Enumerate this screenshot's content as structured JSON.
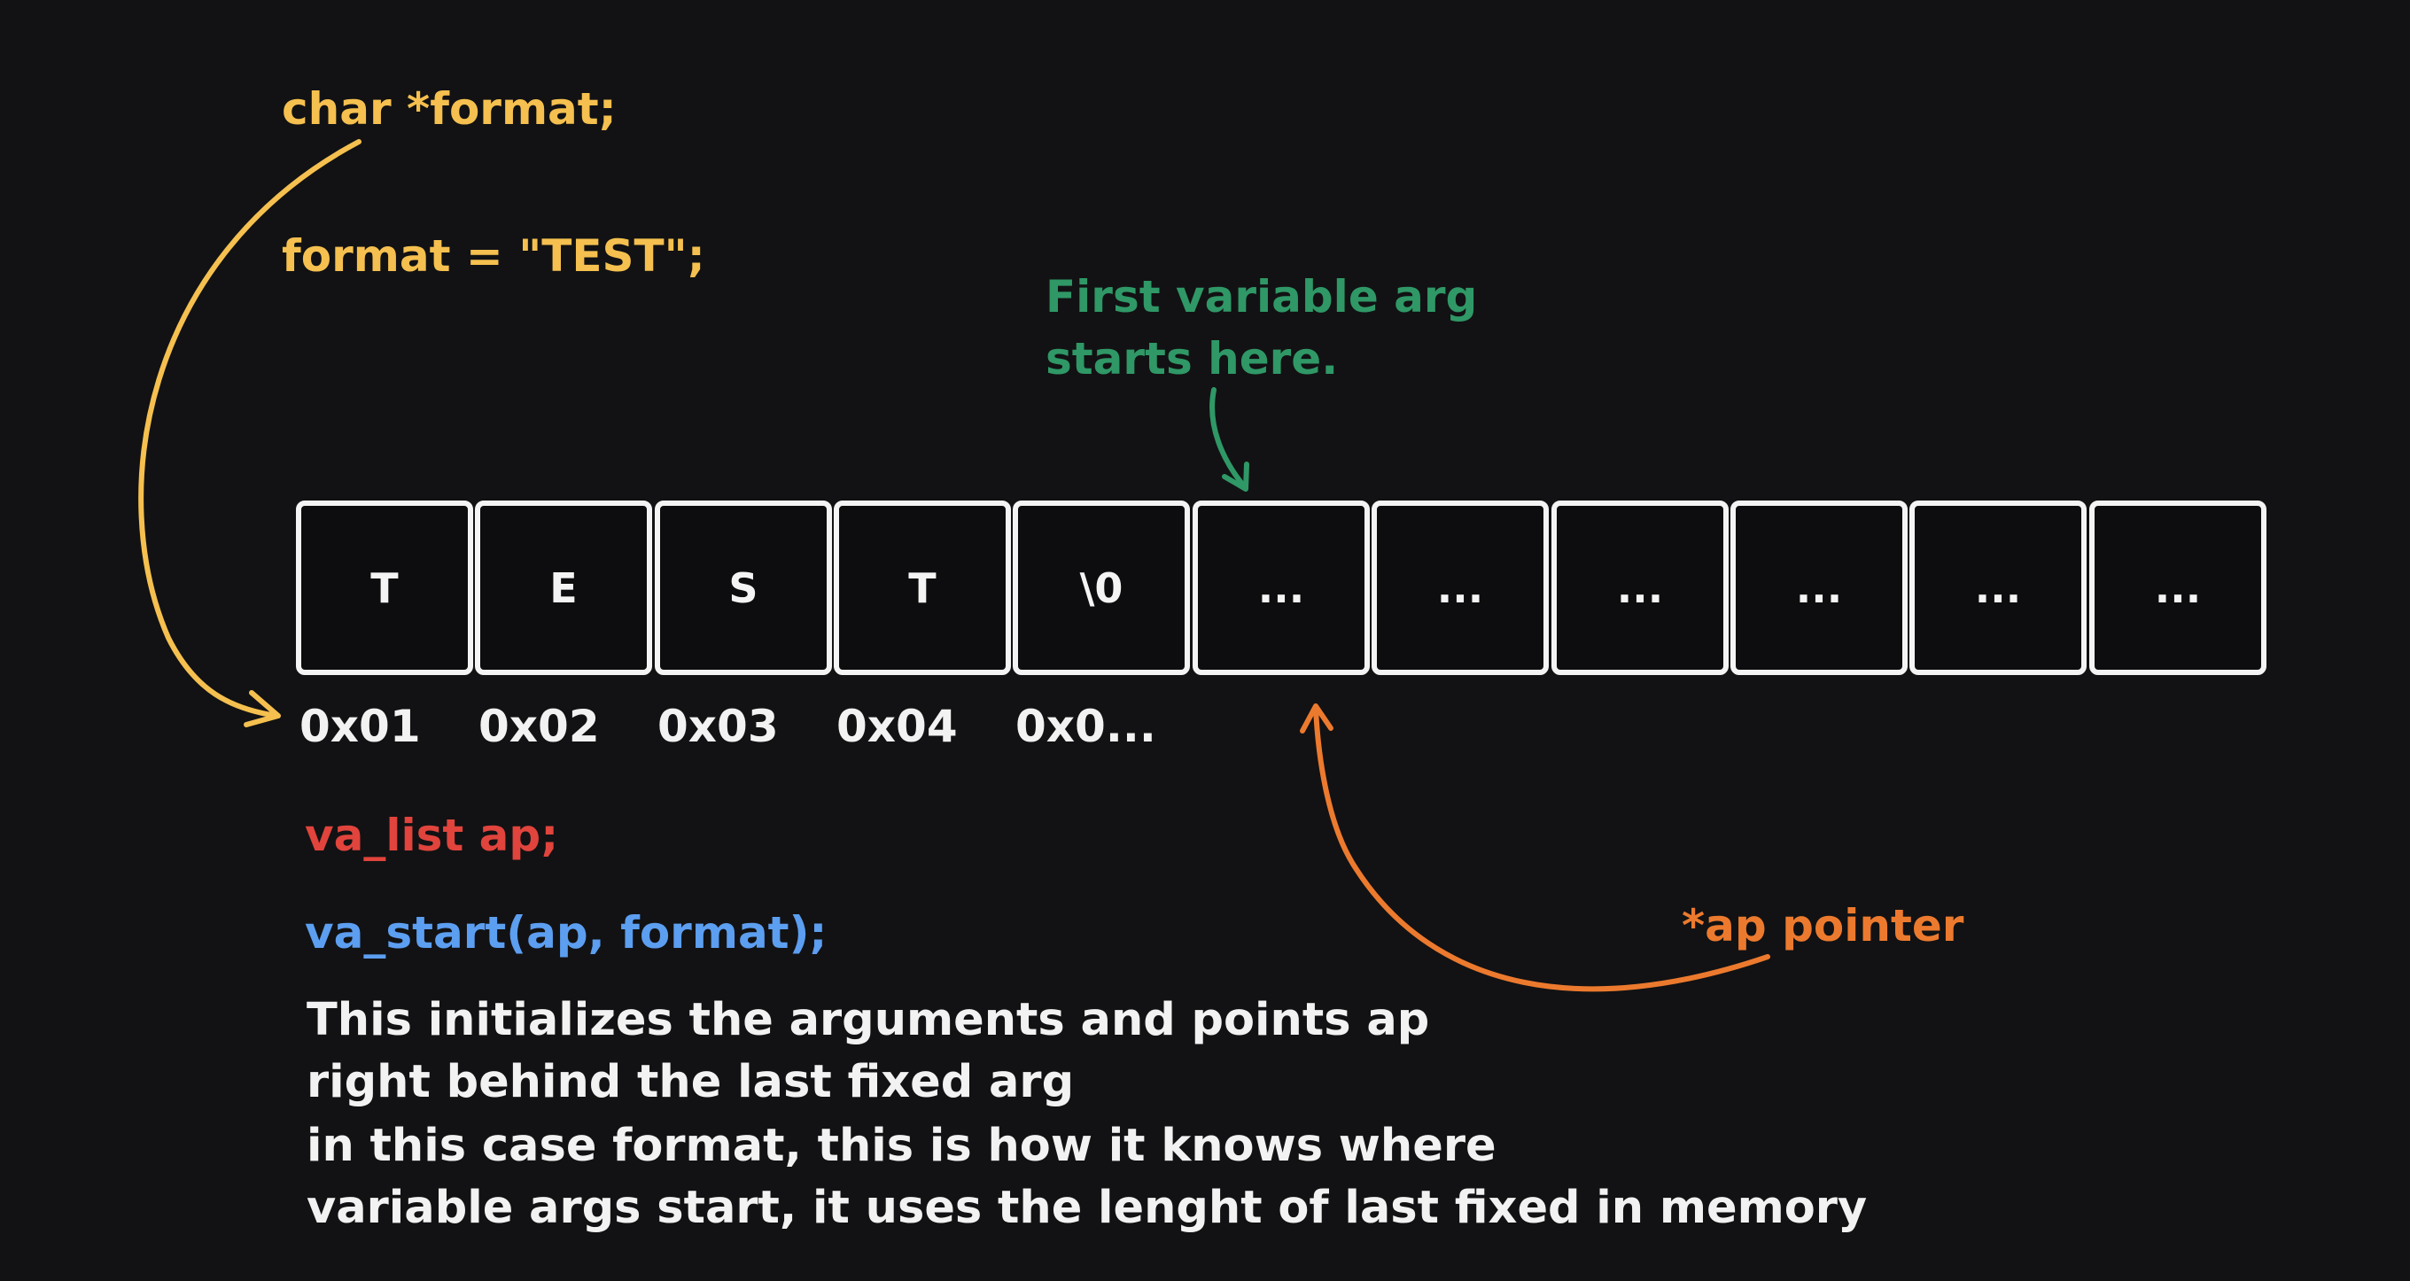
{
  "code": {
    "decl": "char *format;",
    "assign": "format = \"TEST\";",
    "va_list": "va_list  ap;",
    "va_start": "va_start(ap, format);"
  },
  "annotations": {
    "first_arg_line1": "First variable arg",
    "first_arg_line2": "starts here.",
    "ap_pointer": "*ap pointer"
  },
  "memory": {
    "cells": [
      "T",
      "E",
      "S",
      "T",
      "\\0",
      "...",
      "...",
      "...",
      "...",
      "...",
      "..."
    ],
    "addresses": [
      "0x01",
      "0x02",
      "0x03",
      "0x04",
      "0x0..."
    ]
  },
  "explanation": [
    "This initializes the arguments and points ap",
    "right behind the last fixed arg",
    "in this case format, this is how it knows where",
    "variable args start, it uses the lenght of last fixed in memory"
  ],
  "colors": {
    "yellow": "#f5c04f",
    "green": "#2f9866",
    "red": "#e0443c",
    "blue": "#5c9ef0",
    "orange": "#ec7a2e",
    "white": "#f4f4f4",
    "background": "#121214"
  }
}
